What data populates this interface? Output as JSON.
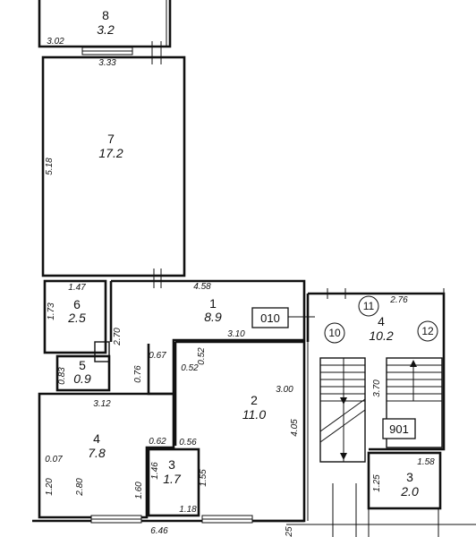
{
  "rooms": {
    "r8": {
      "number": "8",
      "area": "3.2"
    },
    "r7": {
      "number": "7",
      "area": "17.2"
    },
    "r1": {
      "number": "1",
      "area": "8.9"
    },
    "r6": {
      "number": "6",
      "area": "2.5"
    },
    "r5": {
      "number": "5",
      "area": "0.9"
    },
    "r2": {
      "number": "2",
      "area": "11.0"
    },
    "r4": {
      "number": "4",
      "area": "7.8"
    },
    "r3": {
      "number": "3",
      "area": "1.7"
    },
    "stair4": {
      "number": "4",
      "area": "10.2"
    },
    "stair3": {
      "number": "3",
      "area": "2.0"
    }
  },
  "dimensions": {
    "d_302": "3.02",
    "d_333": "3.33",
    "d_518": "5.18",
    "d_147": "1.47",
    "d_173": "1.73",
    "d_458": "4.58",
    "d_270": "2.70",
    "d_083": "0.83",
    "d_067": "0.67",
    "d_076": "0.76",
    "d_052": "0.52",
    "d_310": "3.10",
    "d_052b": "0.52",
    "d_300": "3.00",
    "d_312": "3.12",
    "d_405": "4.05",
    "d_062": "0.62",
    "d_056": "0.56",
    "d_007": "0.07",
    "d_146": "1.46",
    "d_120": "1.20",
    "d_280": "2.80",
    "d_160": "1.60",
    "d_155": "1.55",
    "d_118": "1.18",
    "d_646": "6.46",
    "d_25": "25",
    "d_276": "2.76",
    "d_370": "3.70",
    "d_158": "1.58",
    "d_125": "1.25"
  },
  "labels": {
    "flat_code": "010",
    "stair_code": "901",
    "axis_10": "10",
    "axis_11": "11",
    "axis_12": "12"
  }
}
